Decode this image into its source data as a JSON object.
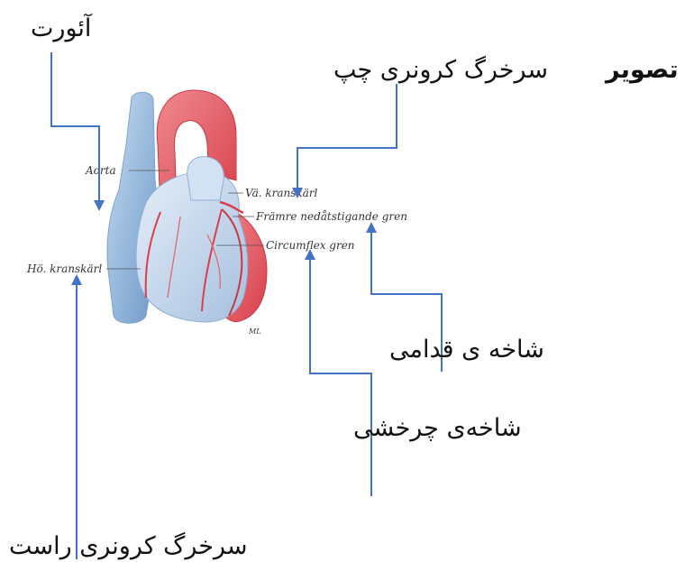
{
  "labels": {
    "aorta_fa": "آئورت",
    "caption_word": "تصویر",
    "left_coronary_fa": "سرخرگ کرونری چپ",
    "anterior_branch_fa": "شاخه ی قدامی",
    "circumflex_branch_fa": "شاخه‌ی چرخشی",
    "right_coronary_fa": "سرخرگ کرونری راست"
  },
  "illustration_labels": {
    "aorta": "Aorta",
    "left_coronary": "Vä. kranskärl",
    "anterior_branch": "Främre nedåtstigande gren",
    "circumflex": "Circumflex gren",
    "right_coronary": "Hö. kranskärl",
    "signature": "ML"
  },
  "colors": {
    "arrow": "#4472c4",
    "vein_blue": "#8fb3d9",
    "artery_red": "#e0505a"
  }
}
